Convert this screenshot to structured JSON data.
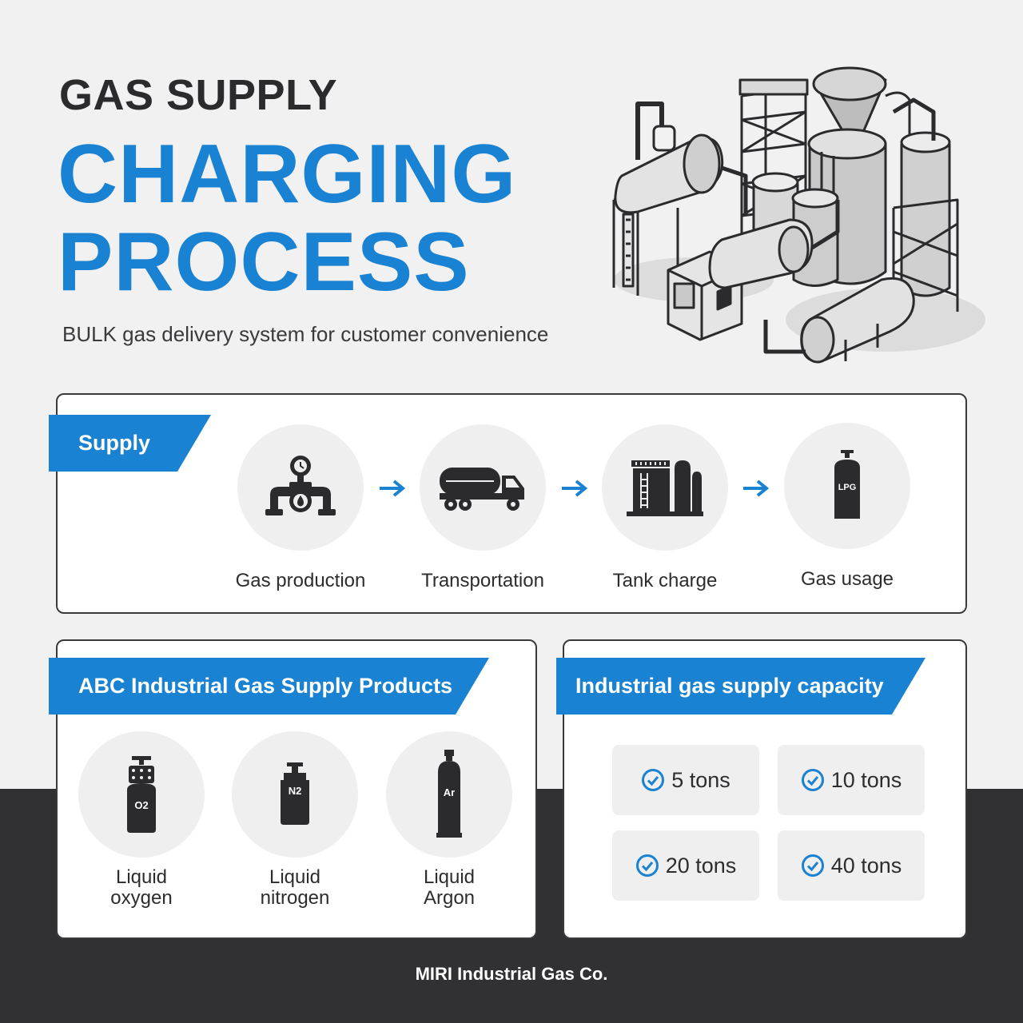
{
  "header": {
    "kicker": "GAS SUPPLY",
    "headline_line1": "CHARGING",
    "headline_line2": "PROCESS",
    "subtitle": "BULK gas delivery system for customer convenience"
  },
  "supply": {
    "ribbon": "Supply",
    "steps": [
      {
        "label": "Gas production",
        "icon": "pipeline-valve-icon"
      },
      {
        "label": "Transportation",
        "icon": "tanker-truck-icon"
      },
      {
        "label": "Tank charge",
        "icon": "storage-tank-icon"
      },
      {
        "label": "Gas usage",
        "icon": "lpg-cylinder-icon",
        "icon_text": "LPG"
      }
    ]
  },
  "products": {
    "ribbon": "ABC Industrial Gas Supply Products",
    "items": [
      {
        "name": "Liquid\noxygen",
        "icon_text": "O2",
        "icon": "gas-cylinder-icon"
      },
      {
        "name": "Liquid\nnitrogen",
        "icon_text": "N2",
        "icon": "gas-cylinder-icon"
      },
      {
        "name": "Liquid\nArgon",
        "icon_text": "Ar",
        "icon": "gas-cylinder-icon"
      }
    ]
  },
  "capacity": {
    "ribbon": "Industrial gas supply capacity",
    "options": [
      "5 tons",
      "10 tons",
      "20 tons",
      "40 tons"
    ]
  },
  "footer": "MIRI Industrial Gas Co.",
  "colors": {
    "accent": "#1a82d3",
    "dark": "#313133",
    "background": "#f1f1f2"
  }
}
